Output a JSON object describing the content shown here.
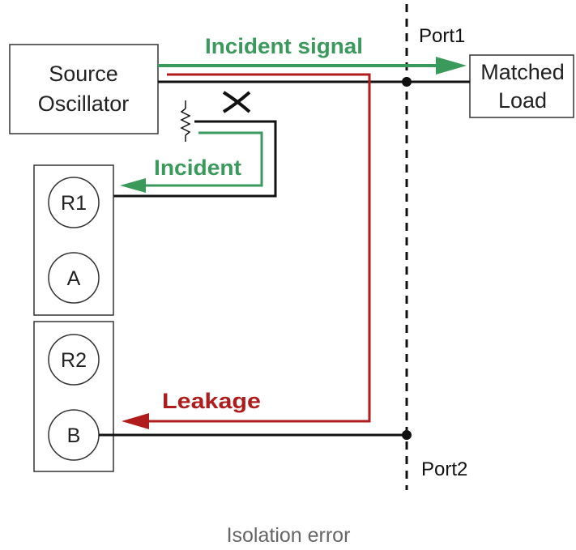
{
  "diagram": {
    "source_line1": "Source",
    "source_line2": "Oscillator",
    "load_line1": "Matched",
    "load_line2": "Load",
    "port1": "Port1",
    "port2": "Port2",
    "incident_signal": "Incident signal",
    "incident": "Incident",
    "leakage": "Leakage",
    "receivers": [
      "R1",
      "A",
      "R2",
      "B"
    ],
    "caption": "Isolation error"
  },
  "colors": {
    "incident_green": "#3a9a5c",
    "leakage_red": "#b01c1c",
    "line_black": "#111111",
    "box_border": "#333333",
    "caption_gray": "#666666"
  }
}
